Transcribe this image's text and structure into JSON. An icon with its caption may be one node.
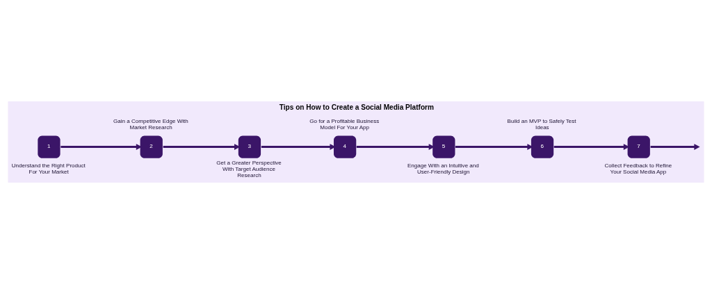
{
  "diagram": {
    "title": "Tips on How to Create a Social Media Platform",
    "nodes": [
      {
        "text": [
          "1"
        ],
        "beside": [
          "Understand the Right Product For Your Market"
        ]
      },
      {
        "text": [
          "2"
        ],
        "beside": [
          "Gain a Competitive Edge With Market Research"
        ]
      },
      {
        "text": [
          "3"
        ],
        "beside": [
          "Get a Greater Perspective With Target Audience Research"
        ]
      },
      {
        "text": [
          "4"
        ],
        "beside": [
          "Go for a Profitable Business Model For Your App"
        ]
      },
      {
        "text": [
          "5"
        ],
        "beside": [
          "Engage With an Intuitive and User-Friendly Design"
        ]
      },
      {
        "text": [
          "6"
        ],
        "beside": [
          "Build an MVP to Safely Test Ideas"
        ]
      },
      {
        "text": [
          "7"
        ],
        "beside": [
          "Collect Feedback to Refine Your Social Media App"
        ]
      }
    ],
    "edges": [
      {
        "from": 0,
        "to": 1,
        "arrow": "to"
      },
      {
        "from": 1,
        "to": 2,
        "arrow": "to"
      },
      {
        "from": 2,
        "to": 3,
        "arrow": "to"
      },
      {
        "from": 3,
        "to": 4,
        "arrow": "to"
      },
      {
        "from": 4,
        "to": 5,
        "arrow": "to"
      },
      {
        "from": 5,
        "to": 6,
        "arrow": "to"
      },
      {
        "from": 6,
        "to": null,
        "arrow": "to"
      }
    ]
  }
}
